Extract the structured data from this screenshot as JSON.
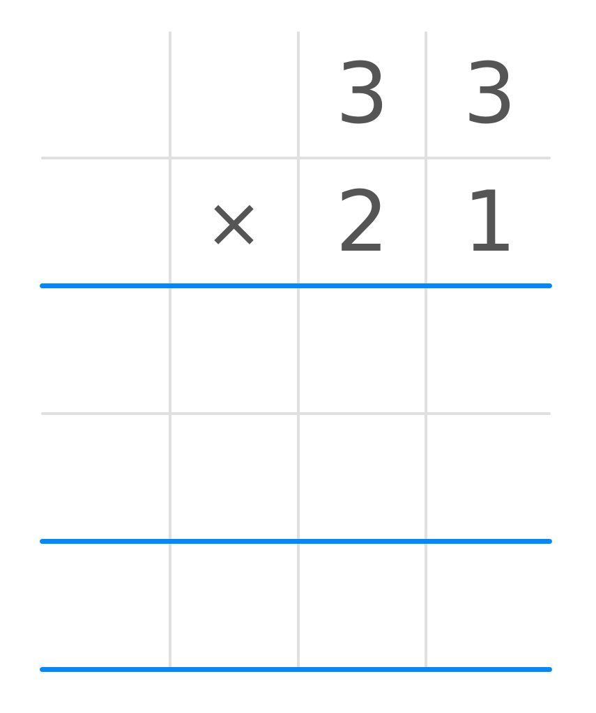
{
  "problem": {
    "operation": "multiplication",
    "multiplicand": {
      "digits": [
        "",
        "",
        "3",
        "3"
      ]
    },
    "multiplier": {
      "operator": "×",
      "digits": [
        "",
        "",
        "2",
        "1"
      ]
    },
    "partial_products": [
      {
        "digits": [
          "",
          "",
          "",
          ""
        ]
      },
      {
        "digits": [
          "",
          "",
          "",
          ""
        ]
      }
    ],
    "result": {
      "digits": [
        "",
        "",
        "",
        ""
      ]
    }
  },
  "colors": {
    "digit": "#555555",
    "grid_line": "#e0e0e0",
    "rule_line": "#0088ff"
  }
}
